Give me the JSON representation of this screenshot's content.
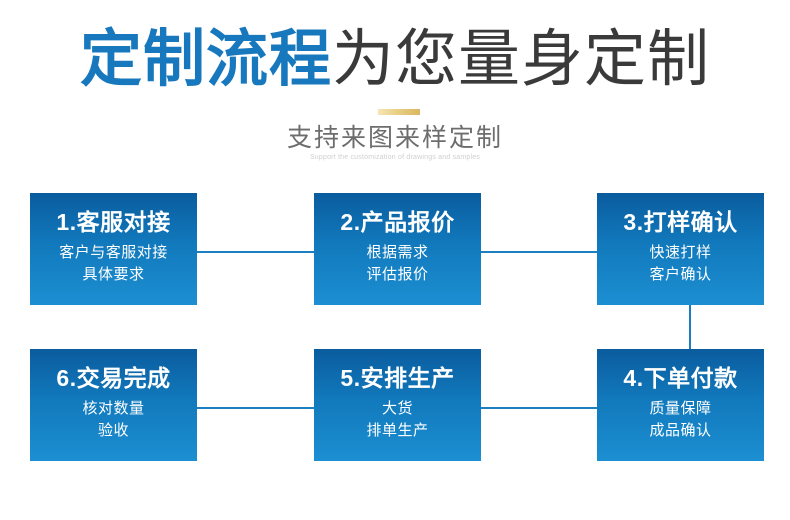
{
  "header": {
    "title_accent": "定制流程",
    "title_plain": "为您量身定制",
    "subtitle_cn": "支持来图来样定制",
    "subtitle_en": "Support the customization of drawings and samples",
    "accent_color": "#1878bd",
    "plain_color": "#3a3a3a",
    "divider_color": "#e8cf84"
  },
  "flow": {
    "box_gradient_top": "#0a5c9e",
    "box_gradient_bottom": "#1c8fd2",
    "connector_color": "#1c7fc0",
    "steps": [
      {
        "number": "1.",
        "title": "1.客服对接",
        "lines": [
          "客户与客服对接",
          "具体要求"
        ]
      },
      {
        "number": "2.",
        "title": "2.产品报价",
        "lines": [
          "根据需求",
          "评估报价"
        ]
      },
      {
        "number": "3.",
        "title": "3.打样确认",
        "lines": [
          "快速打样",
          "客户确认"
        ]
      },
      {
        "number": "4.",
        "title": "4.下单付款",
        "lines": [
          "质量保障",
          "成品确认"
        ]
      },
      {
        "number": "5.",
        "title": "5.安排生产",
        "lines": [
          "大货",
          "排单生产"
        ]
      },
      {
        "number": "6.",
        "title": "6.交易完成",
        "lines": [
          "核对数量",
          "验收"
        ]
      }
    ]
  }
}
